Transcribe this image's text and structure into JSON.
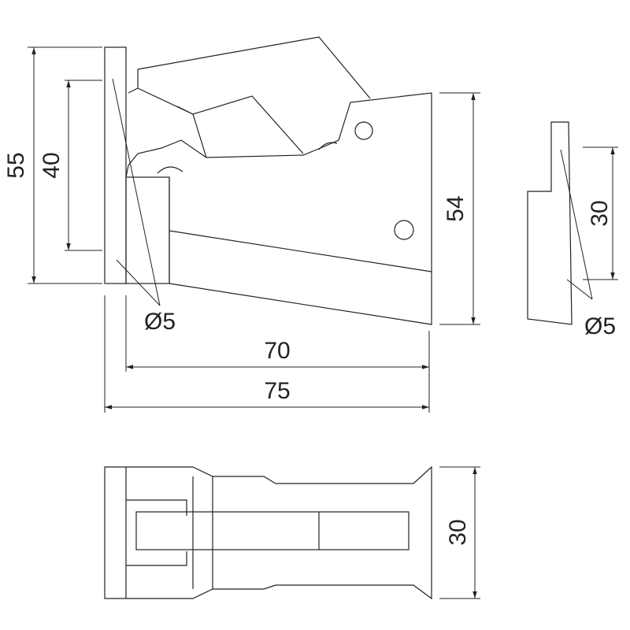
{
  "colors": {
    "line": "#222222",
    "background": "#ffffff"
  },
  "dimensions": {
    "overall_height": "55",
    "inner_height": "40",
    "right_height": "54",
    "inner_width": "70",
    "overall_width": "75",
    "side_view_height": "30",
    "bottom_view_height": "30",
    "hole_main": "Ø5",
    "hole_side": "Ø5"
  }
}
